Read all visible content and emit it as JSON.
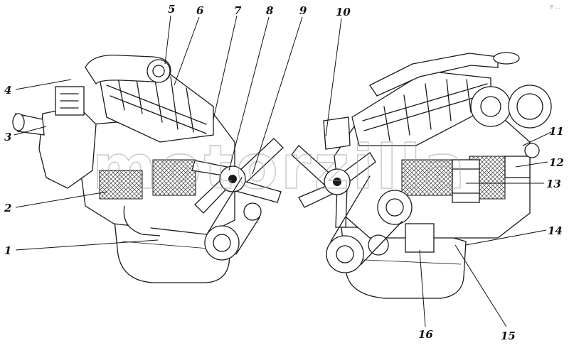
{
  "watermark": "motorzilla",
  "callouts": [
    {
      "id": "1",
      "label": "1"
    },
    {
      "id": "2",
      "label": "2"
    },
    {
      "id": "3",
      "label": "3"
    },
    {
      "id": "4",
      "label": "4"
    },
    {
      "id": "5",
      "label": "5"
    },
    {
      "id": "6",
      "label": "6"
    },
    {
      "id": "7",
      "label": "7"
    },
    {
      "id": "8",
      "label": "8"
    },
    {
      "id": "9",
      "label": "9"
    },
    {
      "id": "10",
      "label": "10"
    },
    {
      "id": "11",
      "label": "11"
    },
    {
      "id": "12",
      "label": "12"
    },
    {
      "id": "13",
      "label": "13"
    },
    {
      "id": "14",
      "label": "14"
    },
    {
      "id": "15",
      "label": "15"
    },
    {
      "id": "16",
      "label": "16"
    }
  ],
  "colors": {
    "ink": "#1a1a1a",
    "background": "#ffffff",
    "watermark": "#9aa0a6"
  },
  "mark": "℗ ..."
}
